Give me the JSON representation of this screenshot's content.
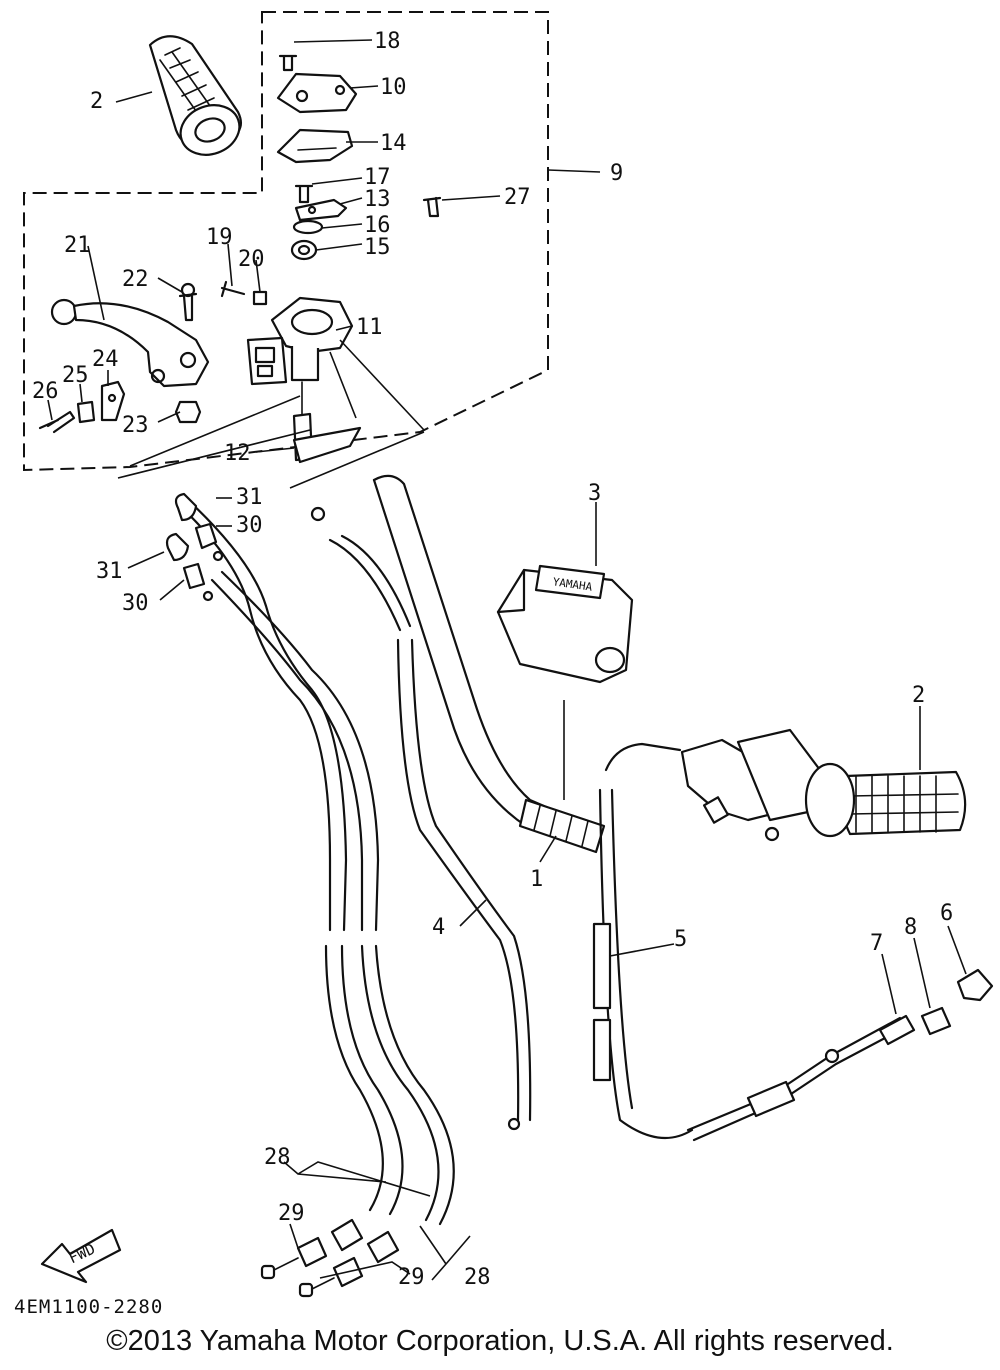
{
  "diagram": {
    "doc_code": "4EM1100-2280",
    "copyright": "©2013 Yamaha Motor Corporation, U.S.A. All rights reserved.",
    "fwd_label": "FWD",
    "grip_brand": "YAMAHA",
    "callouts": {
      "1": "1",
      "2": "2",
      "3": "3",
      "4": "4",
      "5": "5",
      "6": "6",
      "7": "7",
      "8": "8",
      "9": "9",
      "10": "10",
      "11": "11",
      "12": "12",
      "13": "13",
      "14": "14",
      "15": "15",
      "16": "16",
      "17": "17",
      "18": "18",
      "19": "19",
      "20": "20",
      "21": "21",
      "22": "22",
      "23": "23",
      "24": "24",
      "25": "25",
      "26": "26",
      "27": "27",
      "28": "28",
      "29": "29",
      "30": "30",
      "31": "31"
    }
  }
}
